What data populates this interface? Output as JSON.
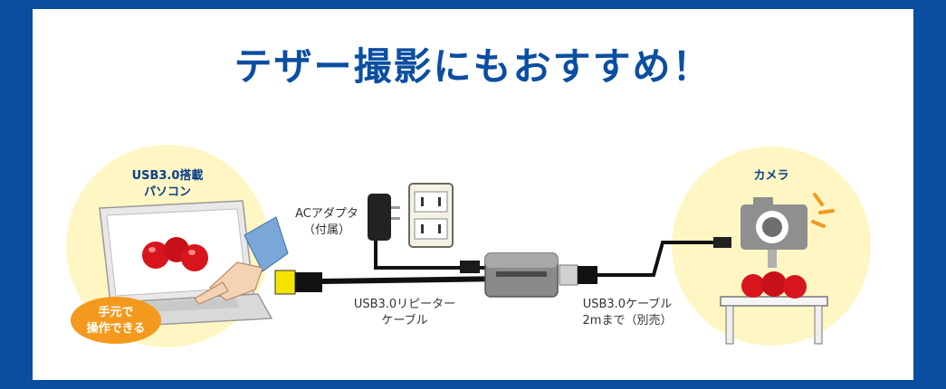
{
  "title": "テザー撮影にもおすすめ！",
  "pc": {
    "label_line1": "USB3.0搭載",
    "label_line2": "パソコン",
    "badge_line1": "手元で",
    "badge_line2": "操作できる"
  },
  "camera": {
    "label": "カメラ"
  },
  "adapter": {
    "label_line1": "ACアダプタ",
    "label_line2": "（付属）"
  },
  "repeater_cable": {
    "label_line1": "USB3.0リピーター",
    "label_line2": "ケーブル"
  },
  "usb_cable": {
    "label_line1": "USB3.0ケーブル",
    "label_line2": "2mまで（別売）"
  },
  "colors": {
    "frame": "#0a4ea2",
    "title": "#0b4ea2",
    "circle": "#fff6c4",
    "badge": "#f39a1e",
    "usb_yellow": "#f5e400",
    "apple_red": "#d8141c"
  }
}
